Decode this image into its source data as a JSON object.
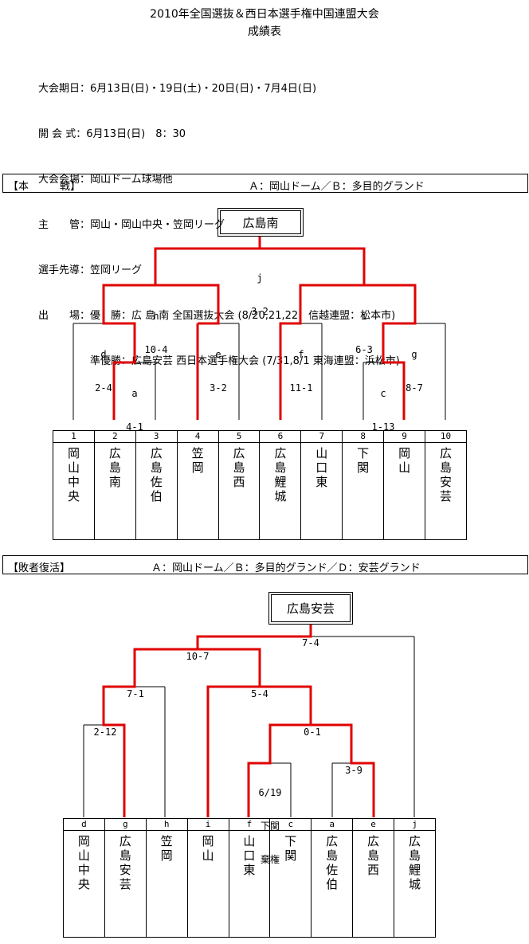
{
  "header": {
    "title": "2010年全国選抜＆西日本選手権中国連盟大会",
    "subtitle": "成績表"
  },
  "info": [
    "大会期日：6月13日(日)・19日(土)・20日(日)・7月4日(日)",
    "開 会 式：6月13日(日)　8：30",
    "大会会場：岡山ドーム球場他",
    "主　　管：岡山・岡山中央・笠岡リーグ",
    "選手先導：笠岡リーグ",
    "出　　場：優　勝：広 島 南 全国選抜大会 (8/20,21,22　信越連盟：松本市)",
    "　　　　　準優勝：広島安芸 西日本選手権大会 (7/31,8/1 東海連盟：浜松市)"
  ],
  "main": {
    "section_label": "【本　　　戦】",
    "venues": "Ａ：岡山ドーム／Ｂ：多目的グランド",
    "champion": "広島南",
    "games": {
      "j": {
        "id": "j",
        "score": "3-2"
      },
      "h": {
        "id": "h",
        "score": "10-4"
      },
      "i": {
        "id": "i",
        "score": "6-3"
      },
      "d": {
        "id": "d",
        "score": "2-4"
      },
      "e": {
        "id": "e",
        "score": "3-2"
      },
      "f": {
        "id": "f",
        "score": "11-1"
      },
      "g": {
        "id": "g",
        "score": "8-7"
      },
      "a": {
        "id": "a",
        "score": "4-1"
      },
      "c": {
        "id": "c",
        "score": "1-13"
      }
    },
    "teams": [
      {
        "num": "1",
        "chars": [
          "岡",
          "山",
          "中",
          "央"
        ]
      },
      {
        "num": "2",
        "chars": [
          "広",
          "島",
          "南"
        ]
      },
      {
        "num": "3",
        "chars": [
          "広",
          "島",
          "佐",
          "伯"
        ]
      },
      {
        "num": "4",
        "chars": [
          "笠",
          "岡"
        ]
      },
      {
        "num": "5",
        "chars": [
          "広",
          "島",
          "西"
        ]
      },
      {
        "num": "6",
        "chars": [
          "広",
          "島",
          "鯉",
          "城"
        ]
      },
      {
        "num": "7",
        "chars": [
          "山",
          "口",
          "東"
        ]
      },
      {
        "num": "8",
        "chars": [
          "下",
          "関"
        ]
      },
      {
        "num": "9",
        "chars": [
          "岡",
          "山"
        ]
      },
      {
        "num": "10",
        "chars": [
          "広",
          "島",
          "安",
          "芸"
        ]
      }
    ]
  },
  "repechage": {
    "section_label": "【敗者復活】",
    "venues": "Ａ：岡山ドーム／Ｂ：多目的グランド／Ｄ：安芸グランド",
    "champion": "広島安芸",
    "scores": {
      "final": "7-4",
      "semi": "10-7",
      "q1": "7-1",
      "q2": "5-4",
      "r1": "2-12",
      "r2": "0-1",
      "r3": "3-9"
    },
    "forfeit": [
      "6/19",
      "下関",
      "棄権"
    ],
    "teams": [
      {
        "num": "d",
        "chars": [
          "岡",
          "山",
          "中",
          "央"
        ]
      },
      {
        "num": "g",
        "chars": [
          "広",
          "島",
          "安",
          "芸"
        ]
      },
      {
        "num": "h",
        "chars": [
          "笠",
          "岡"
        ]
      },
      {
        "num": "i",
        "chars": [
          "岡",
          "山"
        ]
      },
      {
        "num": "f",
        "chars": [
          "山",
          "口",
          "東"
        ]
      },
      {
        "num": "c",
        "chars": [
          "下",
          "関"
        ]
      },
      {
        "num": "a",
        "chars": [
          "広",
          "島",
          "佐",
          "伯"
        ]
      },
      {
        "num": "e",
        "chars": [
          "広",
          "島",
          "西"
        ]
      },
      {
        "num": "j",
        "chars": [
          "広",
          "島",
          "鯉",
          "城"
        ]
      }
    ]
  },
  "colors": {
    "win_line": "#e00000",
    "line": "#000000"
  }
}
